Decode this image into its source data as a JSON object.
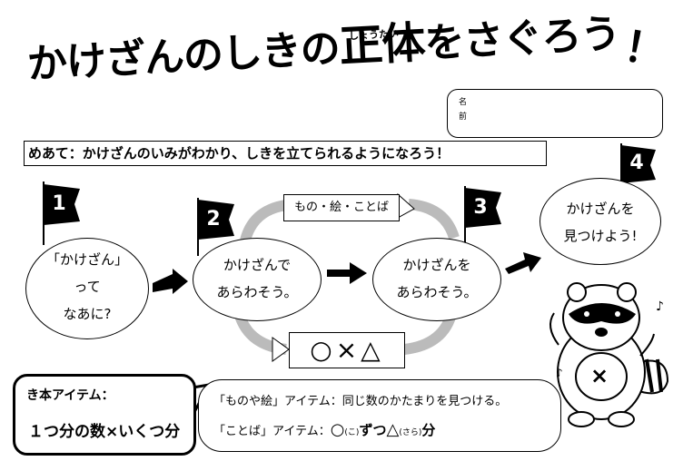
{
  "title": {
    "text": "かけざんのしきの",
    "kanji": "正体",
    "rest": "をさぐろう",
    "ruby": "しょうたい",
    "exclaim": "！"
  },
  "namebox": {
    "line1": "名",
    "line2": "前"
  },
  "goal": "めあて：かけざんのいみがわかり、しきを立てられるようになろう！",
  "steps": [
    {
      "num": "1",
      "lines": [
        "「かけざん」",
        "って",
        "なあに?"
      ]
    },
    {
      "num": "2",
      "lines": [
        "かけざんで",
        "あらわそう。"
      ]
    },
    {
      "num": "3",
      "lines": [
        "かけざんを",
        "あらわそう。"
      ]
    },
    {
      "num": "4",
      "lines": [
        "かけざんを",
        "見つけよう!"
      ]
    }
  ],
  "words_box": "もの・絵・ことば",
  "symbols_box": "○×△",
  "items": {
    "heading": "き本アイテム：",
    "formula": "１つ分の数×いくつ分",
    "line1": "「ものや絵」アイテム：同じ数のかたまりを見つける。",
    "line2_prefix": "「ことば」アイテム：",
    "line2_circle": "○",
    "line2_circle_ruby": "(こ)",
    "line2_zutsu": "ずつ",
    "line2_tri": "△",
    "line2_tri_ruby": "(さら)",
    "line2_suffix": "分"
  },
  "mascot": {
    "belly": "×",
    "note": "♪"
  },
  "colors": {
    "ink": "#000000",
    "highlight": "#cccccc"
  }
}
